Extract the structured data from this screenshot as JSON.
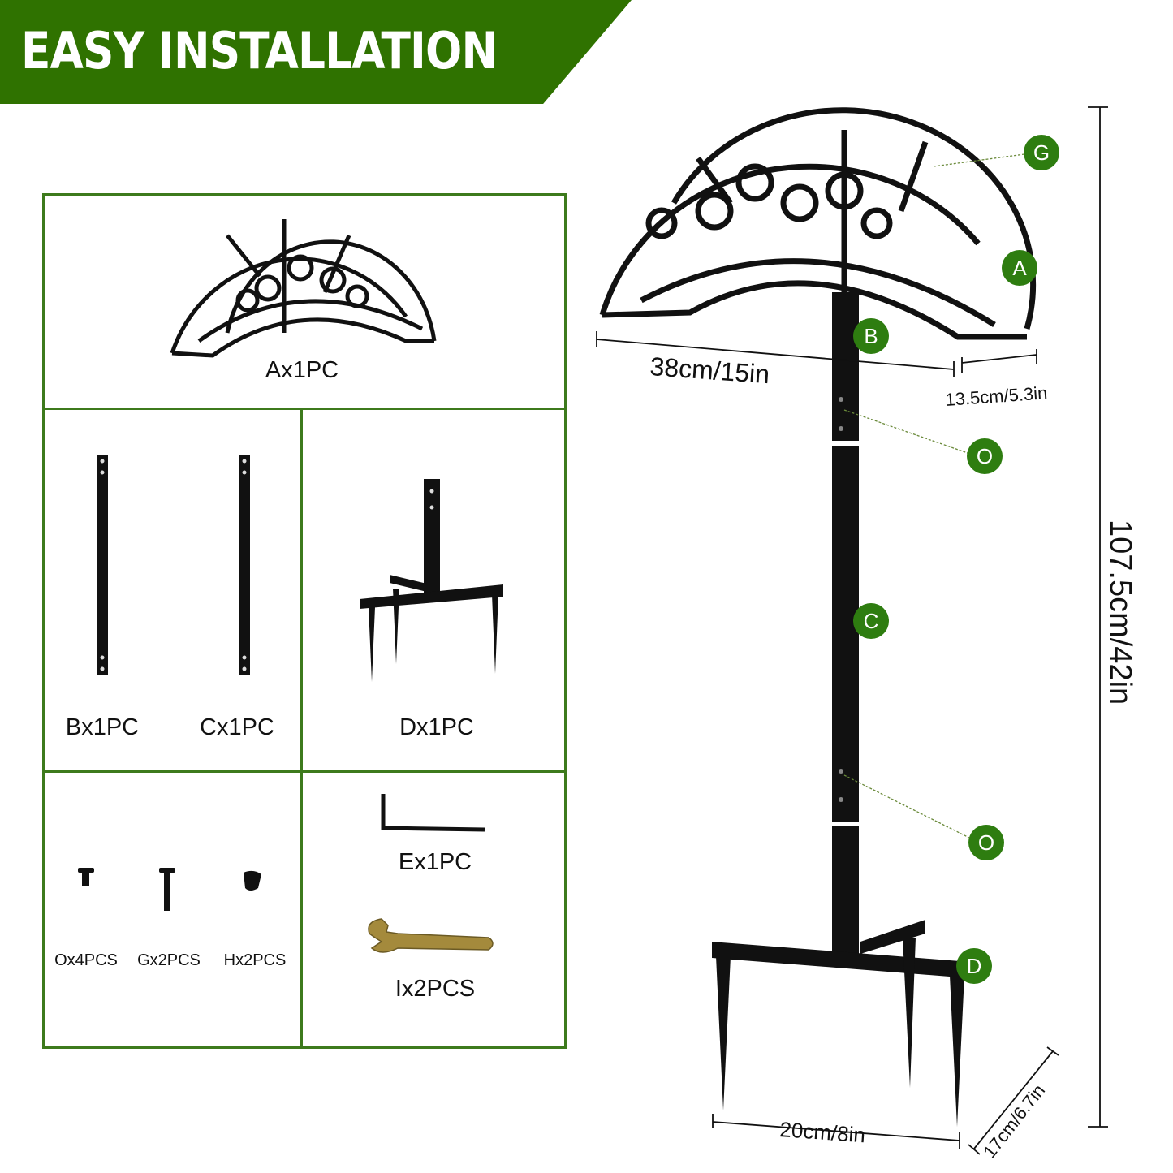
{
  "header": {
    "title": "EASY INSTALLATION",
    "color": "#2f7200"
  },
  "parts": {
    "a": "Ax1PC",
    "b": "Bx1PC",
    "c": "Cx1PC",
    "d": "Dx1PC",
    "o": "Ox4PCS",
    "g": "Gx2PCS",
    "h": "Hx2PCS",
    "e": "Ex1PC",
    "i": "Ix2PCS"
  },
  "diagram": {
    "badges": [
      "G",
      "A",
      "B",
      "O",
      "C",
      "O",
      "D"
    ],
    "dimensions": {
      "width": "38cm/15in",
      "depth": "13.5cm/5.3in",
      "height": "107.5cm/42in",
      "base_width": "20cm/8in",
      "base_depth": "17cm/6.7in"
    },
    "badge_color": "#2e7d10"
  }
}
